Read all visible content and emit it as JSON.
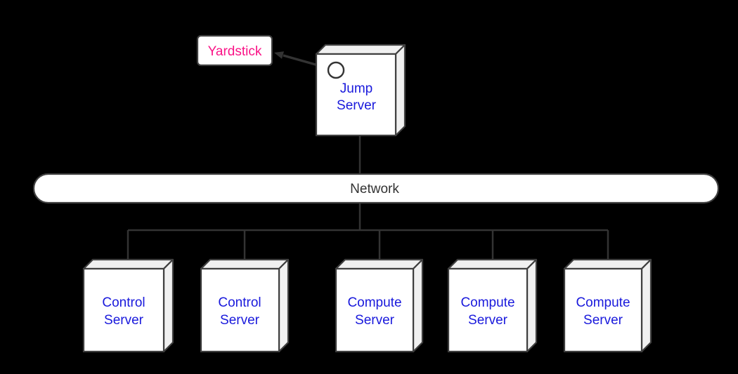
{
  "diagram": {
    "kind": "deployment-topology",
    "colors": {
      "background": "#000000",
      "node_fill": "#ffffff",
      "node_shade": "#f0f0f0",
      "node_border": "#3f3f3f",
      "edge": "#333333",
      "server_label": "#1919dc",
      "yardstick_label": "#fa1487",
      "network_label": "#333333"
    },
    "nodes": {
      "yardstick": {
        "label": "Yardstick"
      },
      "jump_server": {
        "line1": "Jump",
        "line2": "Server"
      },
      "network": {
        "label": "Network"
      },
      "servers": [
        {
          "line1": "Control",
          "line2": "Server"
        },
        {
          "line1": "Control",
          "line2": "Server"
        },
        {
          "line1": "Compute",
          "line2": "Server"
        },
        {
          "line1": "Compute",
          "line2": "Server"
        },
        {
          "line1": "Compute",
          "line2": "Server"
        }
      ]
    },
    "edges": [
      {
        "from": "jump_server",
        "to": "yardstick",
        "style": "arrow"
      },
      {
        "from": "jump_server",
        "to": "network",
        "style": "plain"
      },
      {
        "from": "network",
        "to": "servers",
        "style": "bus"
      }
    ]
  }
}
